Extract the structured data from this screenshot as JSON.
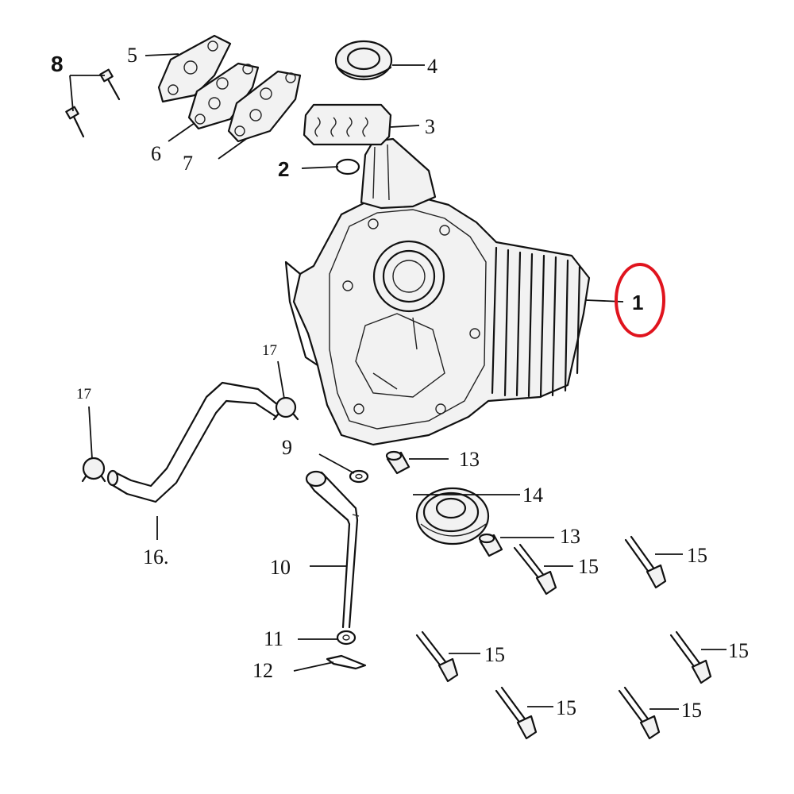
{
  "diagram": {
    "labels": {
      "p1": "1",
      "p2": "2",
      "p3": "3",
      "p4": "4",
      "p5": "5",
      "p6": "6",
      "p7": "7",
      "p8": "8",
      "p9": "9",
      "p10": "10",
      "p11": "11",
      "p12": "12",
      "p13a": "13",
      "p13b": "13",
      "p14": "14",
      "p15a": "15",
      "p15b": "15",
      "p15c": "15",
      "p15d": "15",
      "p15e": "15",
      "p15f": "15",
      "p16": "16.",
      "p17a": "17",
      "p17b": "17"
    },
    "highlight_color": "#e0141e"
  }
}
